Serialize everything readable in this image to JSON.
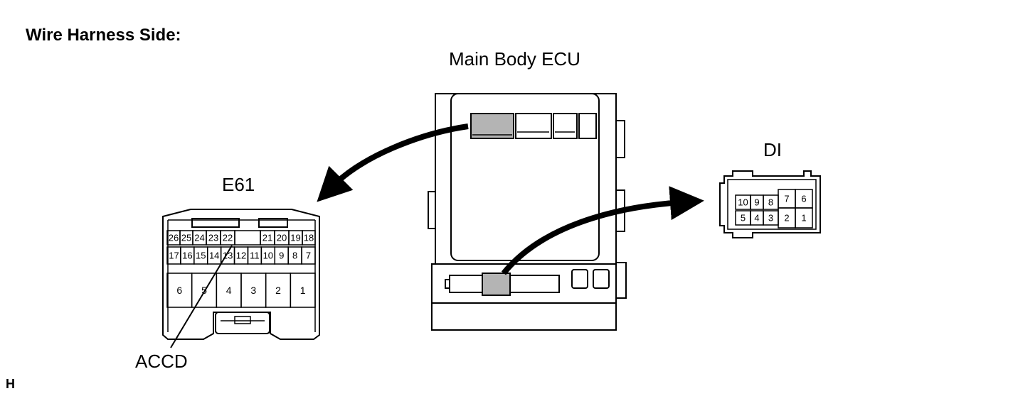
{
  "header": "Wire Harness Side:",
  "ecu": {
    "title": "Main Body ECU"
  },
  "e61": {
    "title": "E61",
    "top_row": [
      "26",
      "25",
      "24",
      "23",
      "22",
      "",
      "21",
      "20",
      "19",
      "18"
    ],
    "mid_row": [
      "17",
      "16",
      "15",
      "14",
      "13",
      "12",
      "11",
      "10",
      "9",
      "8",
      "7"
    ],
    "large_row": [
      "6",
      "5",
      "4",
      "3",
      "2",
      "1"
    ],
    "pin_label": "ACCD"
  },
  "di": {
    "title": "DI",
    "top_row": [
      "10",
      "9",
      "8",
      "7",
      "6"
    ],
    "bottom_row": [
      "5",
      "4",
      "3",
      "2",
      "1"
    ]
  },
  "figure_id": "H",
  "colors": {
    "ink": "#000000",
    "highlight": "#b4b4b4"
  }
}
